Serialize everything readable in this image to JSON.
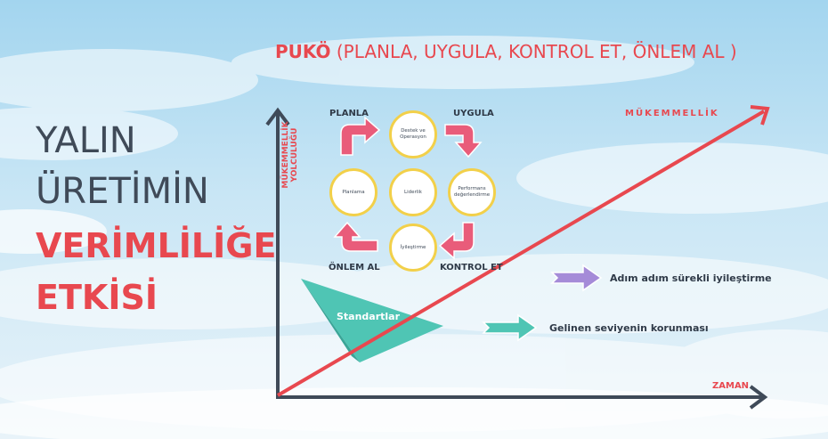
{
  "title": {
    "line1": "YALIN",
    "line2": "ÜRETİMİN",
    "line3": "VERİMLİLİĞE",
    "line4": "ETKİSİ"
  },
  "subtitle": {
    "bold": "PUKÖ",
    "rest": " (PLANLA, UYGULA, KONTROL ET, ÖNLEM AL )"
  },
  "axes": {
    "y_label_line1": "MÜKEMMELLİK",
    "y_label_line2": "YOLCULUĞU",
    "x_label": "ZAMAN",
    "diagonal_label": "MÜKEMMELLİK"
  },
  "cycle": {
    "corner_labels": {
      "planla": "PLANLA",
      "uygula": "UYGULA",
      "kontrol": "KONTROL ET",
      "onlem": "ÖNLEM AL"
    },
    "circles": {
      "top": "Destek ve Operasyon",
      "left": "Planlama",
      "center": "Liderlik",
      "right": "Performans değerlendirme",
      "bottom": "İyileştirme"
    }
  },
  "wedge_label": "Standartlar",
  "legend": {
    "purple": "Adım adım sürekli iyileştirme",
    "teal": "Gelinen seviyenin korunması"
  },
  "colors": {
    "red": "#e8484f",
    "axis": "#3f4a58",
    "teal": "#4fc5b4",
    "purple": "#a58bd8",
    "pink_arrow": "#e95c7a",
    "circle_border": "#f2d04a",
    "sky_top": "#9fd3ee",
    "sky_bottom": "#e3f1f8"
  }
}
